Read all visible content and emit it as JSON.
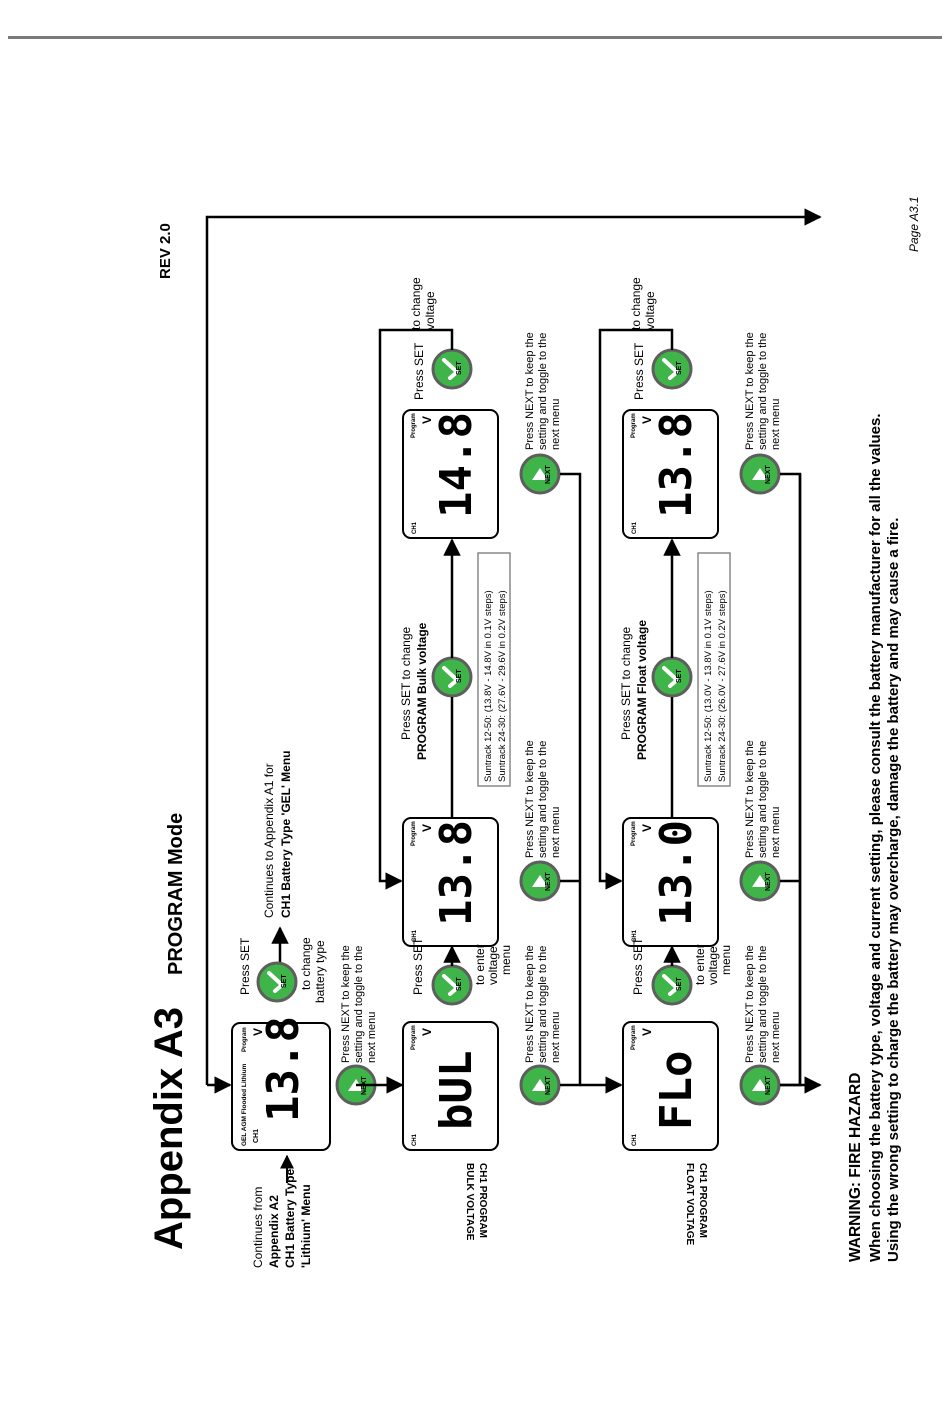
{
  "header": {
    "rev": "REV 2.0",
    "page": "Page A3.1"
  },
  "title": {
    "main": "Appendix A3",
    "sub": "PROGRAM Mode"
  },
  "continues_from": [
    "Continues from",
    "Appendix A2",
    "CH1 Battery Type",
    "'Lithium' Menu"
  ],
  "continues_to": [
    "Continues to Appendix A1 for",
    "CH1 Battery Type 'GEL' Menu"
  ],
  "rows": [
    {
      "label": [
        "CH1 PROGRAM",
        "BULK VOLTAGE"
      ],
      "menu_display": "bUL",
      "value_display": "13.8",
      "edit_display": "14.8",
      "press_set_enter": [
        "Press SET",
        "to enter",
        "voltage",
        "menu"
      ],
      "press_set_change": [
        "Press SET to change",
        "PROGRAM Bulk voltage"
      ],
      "ranges": [
        "Suntrack 12-50: (13.8V - 14.8V in 0.1V steps)",
        "Suntrack 24-30: (27.6V - 29.6V in 0.2V steps)"
      ],
      "press_set_again": [
        "Press SET",
        "to change",
        "voltage"
      ]
    },
    {
      "label": [
        "CH1 PROGRAM",
        "FLOAT VOLTAGE"
      ],
      "menu_display": "FLo",
      "value_display": "13.0",
      "edit_display": "13.8",
      "press_set_enter": [
        "Press SET",
        "to enter",
        "voltage",
        "menu"
      ],
      "press_set_change": [
        "Press SET to change",
        "PROGRAM Float voltage"
      ],
      "ranges": [
        "Suntrack 12-50: (13.0V - 13.8V in 0.1V steps)",
        "Suntrack 24-30: (26.0V - 27.6V in 0.2V steps)"
      ],
      "press_set_again": [
        "Press SET",
        "to change",
        "voltage"
      ]
    }
  ],
  "top_display": {
    "value": "13.8",
    "types": "GEL AGM Flooded Lithium",
    "ch": "CH1",
    "program": "Program",
    "unit": "V"
  },
  "top_set": [
    "Press SET",
    "to change",
    "battery type"
  ],
  "next_text": [
    "Press NEXT to keep the",
    "setting and toggle to the",
    "next menu"
  ],
  "buttons": {
    "set": "SET",
    "next": "NEXT"
  },
  "warning": {
    "title": "WARNING: FIRE HAZARD",
    "line1": "When choosing the battery type, voltage and current setting, please consult the battery manufacturer for all the values.",
    "line2": "Using the wrong setting to charge the battery may overcharge, damage the battery and may cause a fire."
  },
  "colors": {
    "button_green": "#3fb449",
    "line": "#000000",
    "rule": "#7a7a7a"
  }
}
